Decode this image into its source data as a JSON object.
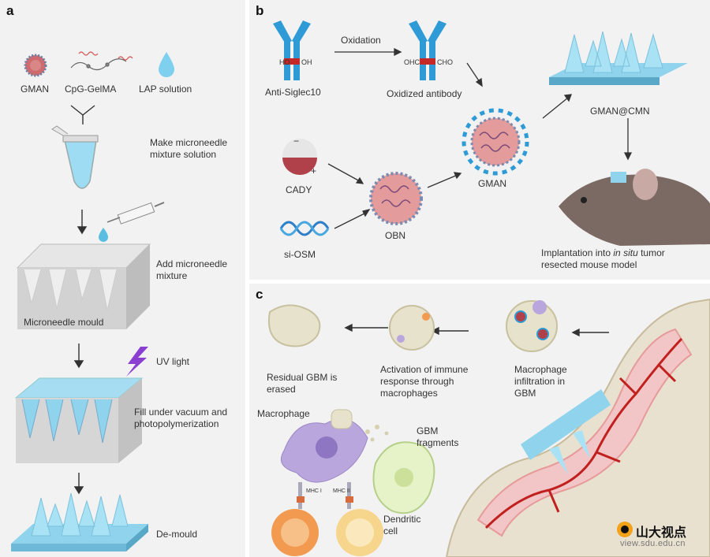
{
  "panel_a": {
    "label": "a",
    "gman": "GMAN",
    "cpg": "CpG-GelMA",
    "lap": "LAP solution",
    "step1_line1": "Make microneedle",
    "step1_line2": "mixture solution",
    "step2_line1": "Add microneedle",
    "step2_line2": "mixture",
    "mould": "Microneedle mould",
    "uv": "UV light",
    "step3_line1": "Fill under vacuum and",
    "step3_line2": "photopolymerization",
    "step4": "De-mould"
  },
  "panel_b": {
    "label": "b",
    "oxidation": "Oxidation",
    "antibody": "Anti-Siglec10",
    "oxidized": "Oxidized antibody",
    "ho": "HO",
    "oh": "OH",
    "ohc": "OHC",
    "cho": "CHO",
    "cady": "CADY",
    "siosm": "si-OSM",
    "obn": "OBN",
    "gman": "GMAN",
    "gman_cmn": "GMAN@CMN",
    "impl_pre": "Implantation into ",
    "impl_it": "in situ",
    "impl_post": " tumor",
    "impl_line2": "resected mouse model",
    "minus": "−",
    "plus": "+"
  },
  "panel_c": {
    "label": "c",
    "residual_line1": "Residual GBM is",
    "residual_line2": "erased",
    "activation_line1": "Activation of immune",
    "activation_line2": "response through",
    "activation_line3": "macrophages",
    "infil_line1": "Macrophage",
    "infil_line2": "infiltration in",
    "infil_line3": "GBM",
    "macrophage": "Macrophage",
    "fragments_line1": "GBM",
    "fragments_line2": "fragments",
    "dendritic_line1": "Dendritic",
    "dendritic_line2": "cell",
    "mhc1": "MHC I",
    "mhc2": "MHC II"
  },
  "watermark": {
    "text": "山大视点",
    "url": "view.sdu.edu.cn"
  },
  "colors": {
    "panel_bg": "#f2f2f2",
    "microneedle_blue": "#8fd3ec",
    "antibody_blue": "#2f9bd6",
    "cady_red": "#b0404a",
    "tumor_pink": "#e79a9a",
    "vessel_red": "#c0201e",
    "macrophage_purple": "#b9a6dc",
    "uv_purple": "#8a3fd0"
  }
}
